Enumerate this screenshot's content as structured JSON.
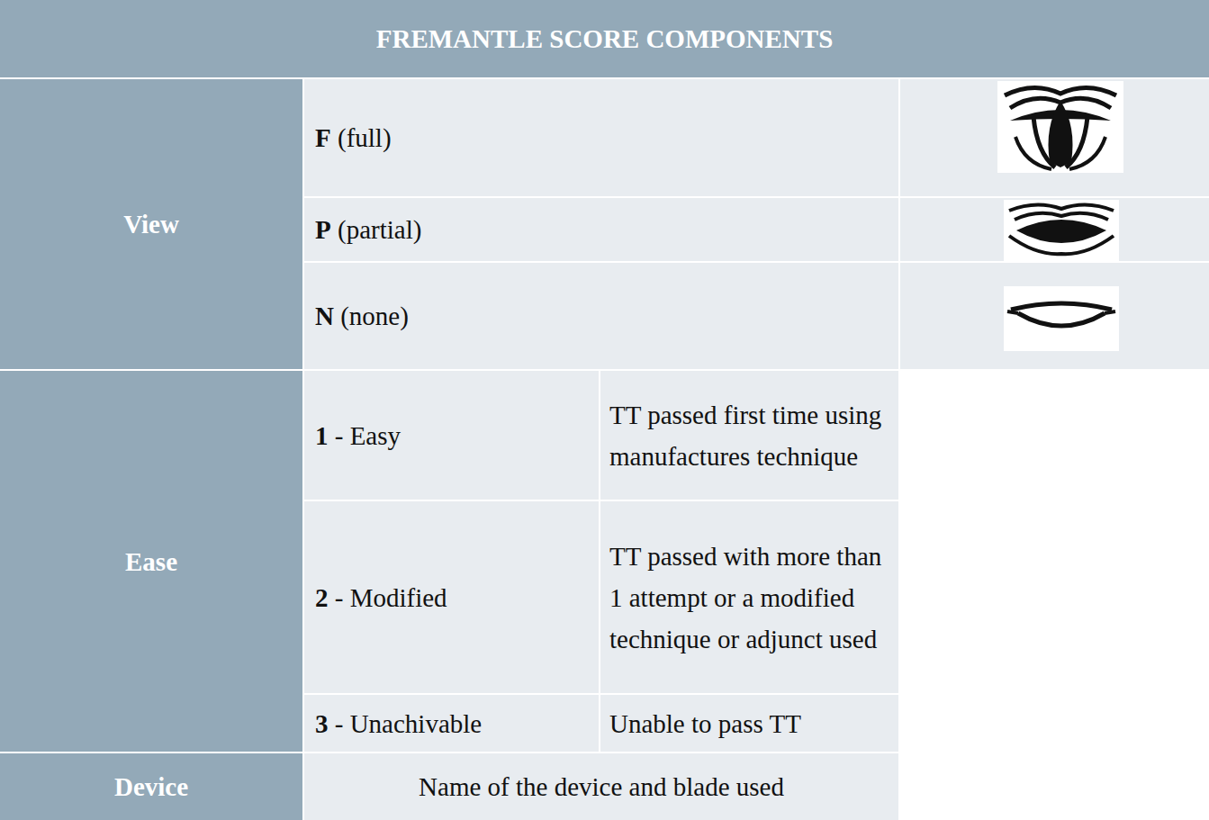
{
  "diagram": {
    "title": "FREMANTLE SCORE COMPONENTS",
    "labels": [
      "View",
      "F (full)",
      "P (partial)",
      "N (none)",
      "Ease",
      "1 - Easy",
      "TT passed first time using manufactures technique",
      "2 - Modified",
      "TT passed with more than 1 attempt or a modified technique or adjunct used",
      "3 - Unachivable",
      "Unable to pass TT",
      "Device",
      "Name of the device and blade used"
    ]
  }
}
